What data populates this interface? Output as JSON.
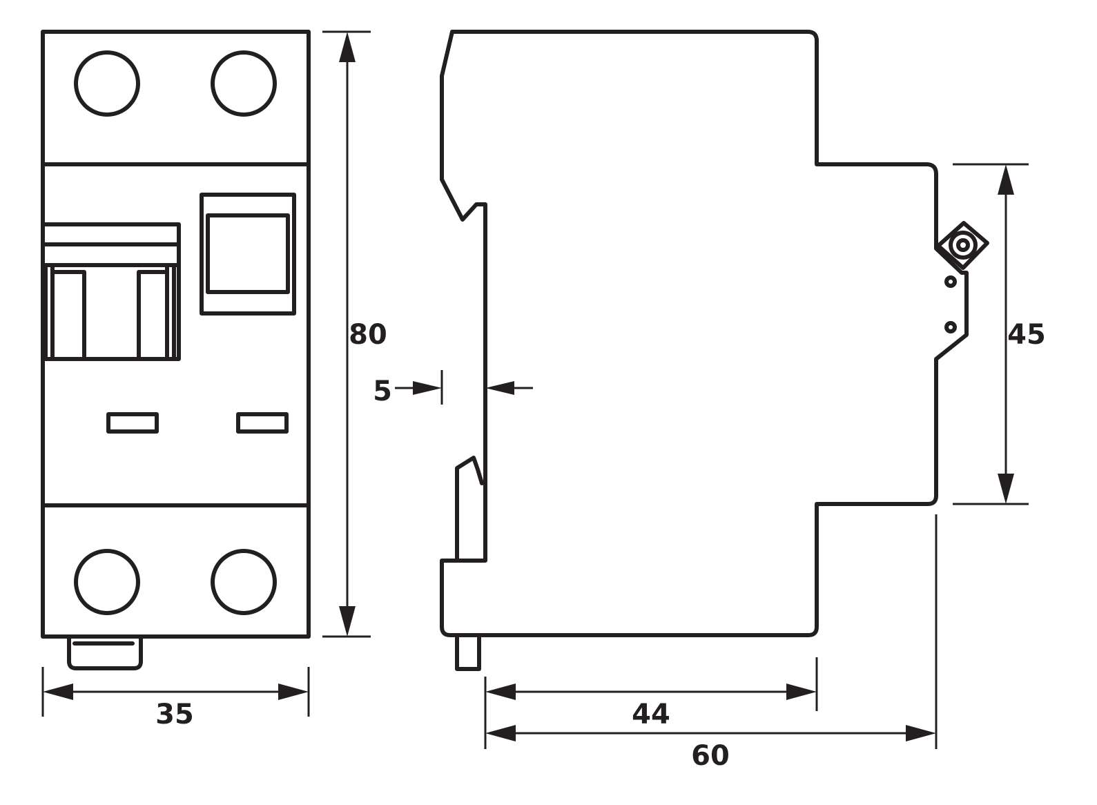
{
  "colors": {
    "ink": "#231f20",
    "background": "#ffffff"
  },
  "dimensions": {
    "front_height": "80",
    "front_width": "35",
    "side_depth_mid": "44",
    "side_depth_total": "60",
    "rail_height": "45",
    "rail_gap": "5"
  }
}
